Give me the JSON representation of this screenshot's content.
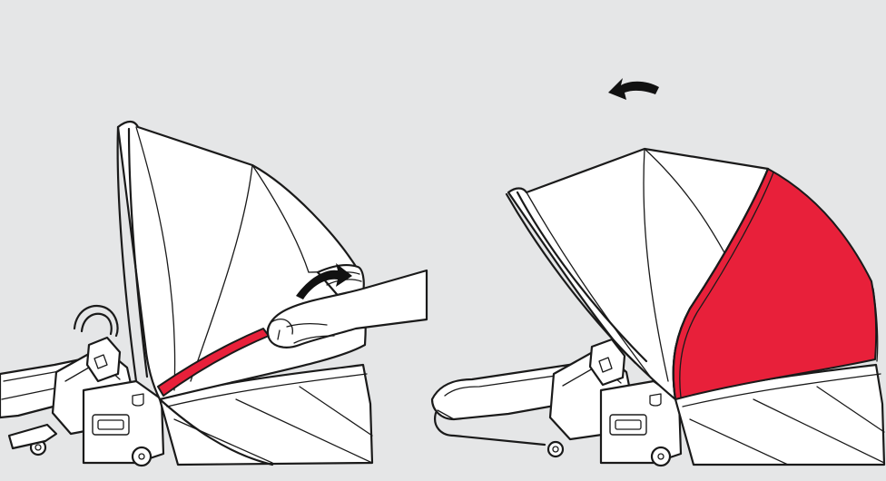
{
  "illustration": {
    "panels": [
      {
        "id": "step-unzip",
        "action": "unzip-canopy-extension",
        "arrow": "curved-arrow-clockwise-icon"
      },
      {
        "id": "step-extend",
        "action": "extend-canopy-panel",
        "arrow": "curved-arrow-counterclockwise-icon"
      }
    ],
    "colors": {
      "background": "#e5e6e7",
      "accent": "#e8203a",
      "line": "#1a1a1a",
      "fabric": "#ffffff"
    }
  }
}
